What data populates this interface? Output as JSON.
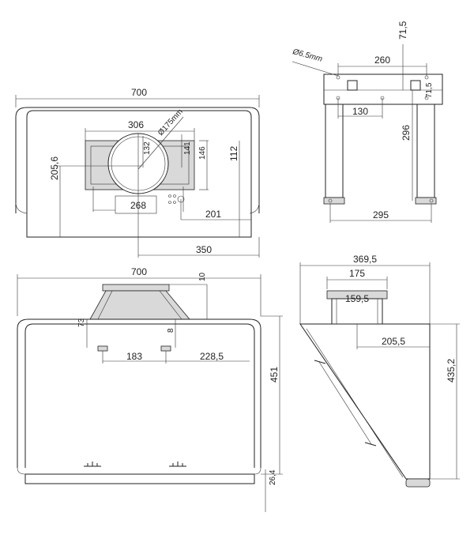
{
  "top_view": {
    "width": "700",
    "label_306": "306",
    "label_132": "132",
    "label_141": "141",
    "label_146": "146",
    "diameter": "Ø175mm",
    "label_205_6": "205,6",
    "label_112": "112",
    "label_268": "268",
    "label_201": "201",
    "label_350": "350"
  },
  "bracket_view": {
    "hole": "Ø6.5mm",
    "label_71_5_top": "71,5",
    "label_260": "260",
    "label_71_5_side": "71,5",
    "label_130": "130",
    "label_296": "296",
    "label_295": "295"
  },
  "front_view": {
    "width": "700",
    "label_10": "10",
    "label_73": "73",
    "label_8": "8",
    "label_183": "183",
    "label_228_5": "228,5",
    "label_451": "451",
    "label_26_4": "26,4"
  },
  "side_view": {
    "label_369_5": "369,5",
    "label_175": "175",
    "label_159_5": "159,5",
    "label_205_5": "205,5",
    "label_435_2": "435,2"
  }
}
